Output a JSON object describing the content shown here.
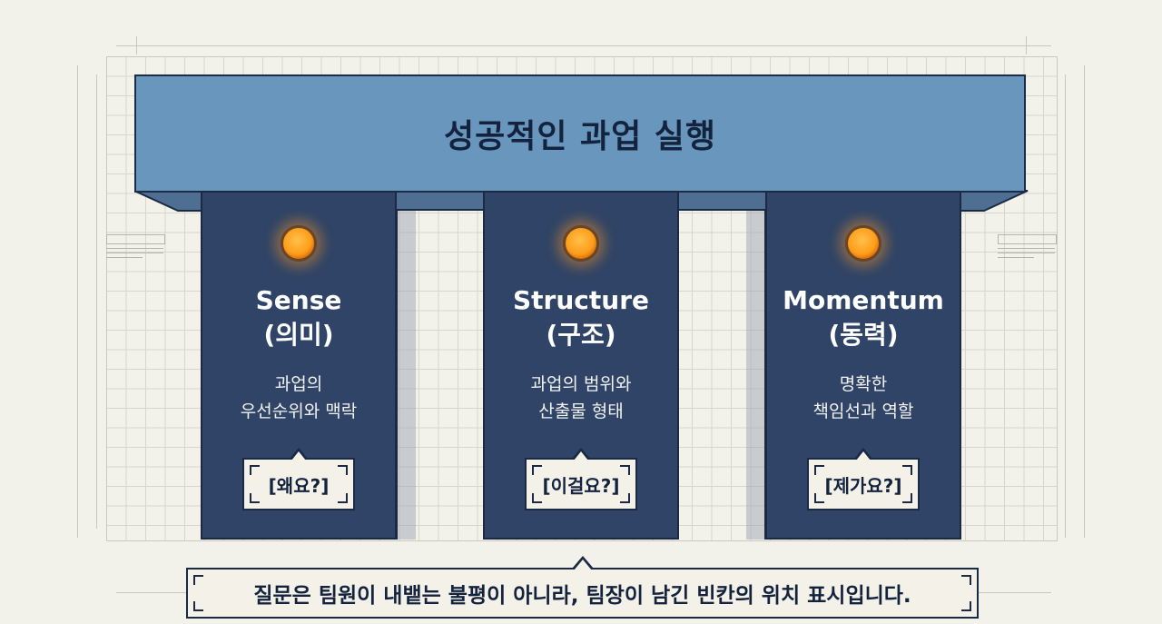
{
  "diagram": {
    "title": "성공적인 과업 실행",
    "pillars": [
      {
        "name": "Sense",
        "korean": "(의미)",
        "description_line1": "과업의",
        "description_line2": "우선순위와 맥락",
        "question": "[왜요?]",
        "indicator_icon": "orange-light"
      },
      {
        "name": "Structure",
        "korean": "(구조)",
        "description_line1": "과업의 범위와",
        "description_line2": "산출물 형태",
        "question": "[이걸요?]",
        "indicator_icon": "orange-light"
      },
      {
        "name": "Momentum",
        "korean": "(동력)",
        "description_line1": "명확한",
        "description_line2": "책임선과 역할",
        "question": "[제가요?]",
        "indicator_icon": "orange-light"
      }
    ],
    "footer_callout": "질문은 팀원이 내뱉는 불평이 아니라, 팀장이 남긴 빈칸의 위치 표시입니다.",
    "colors": {
      "background": "#f2f1ea",
      "beam": "#6996bd",
      "pillar": "#2f4466",
      "outline": "#1b2a44",
      "indicator": "#ff9d1a",
      "callout_bg": "#f3f1e8"
    }
  }
}
